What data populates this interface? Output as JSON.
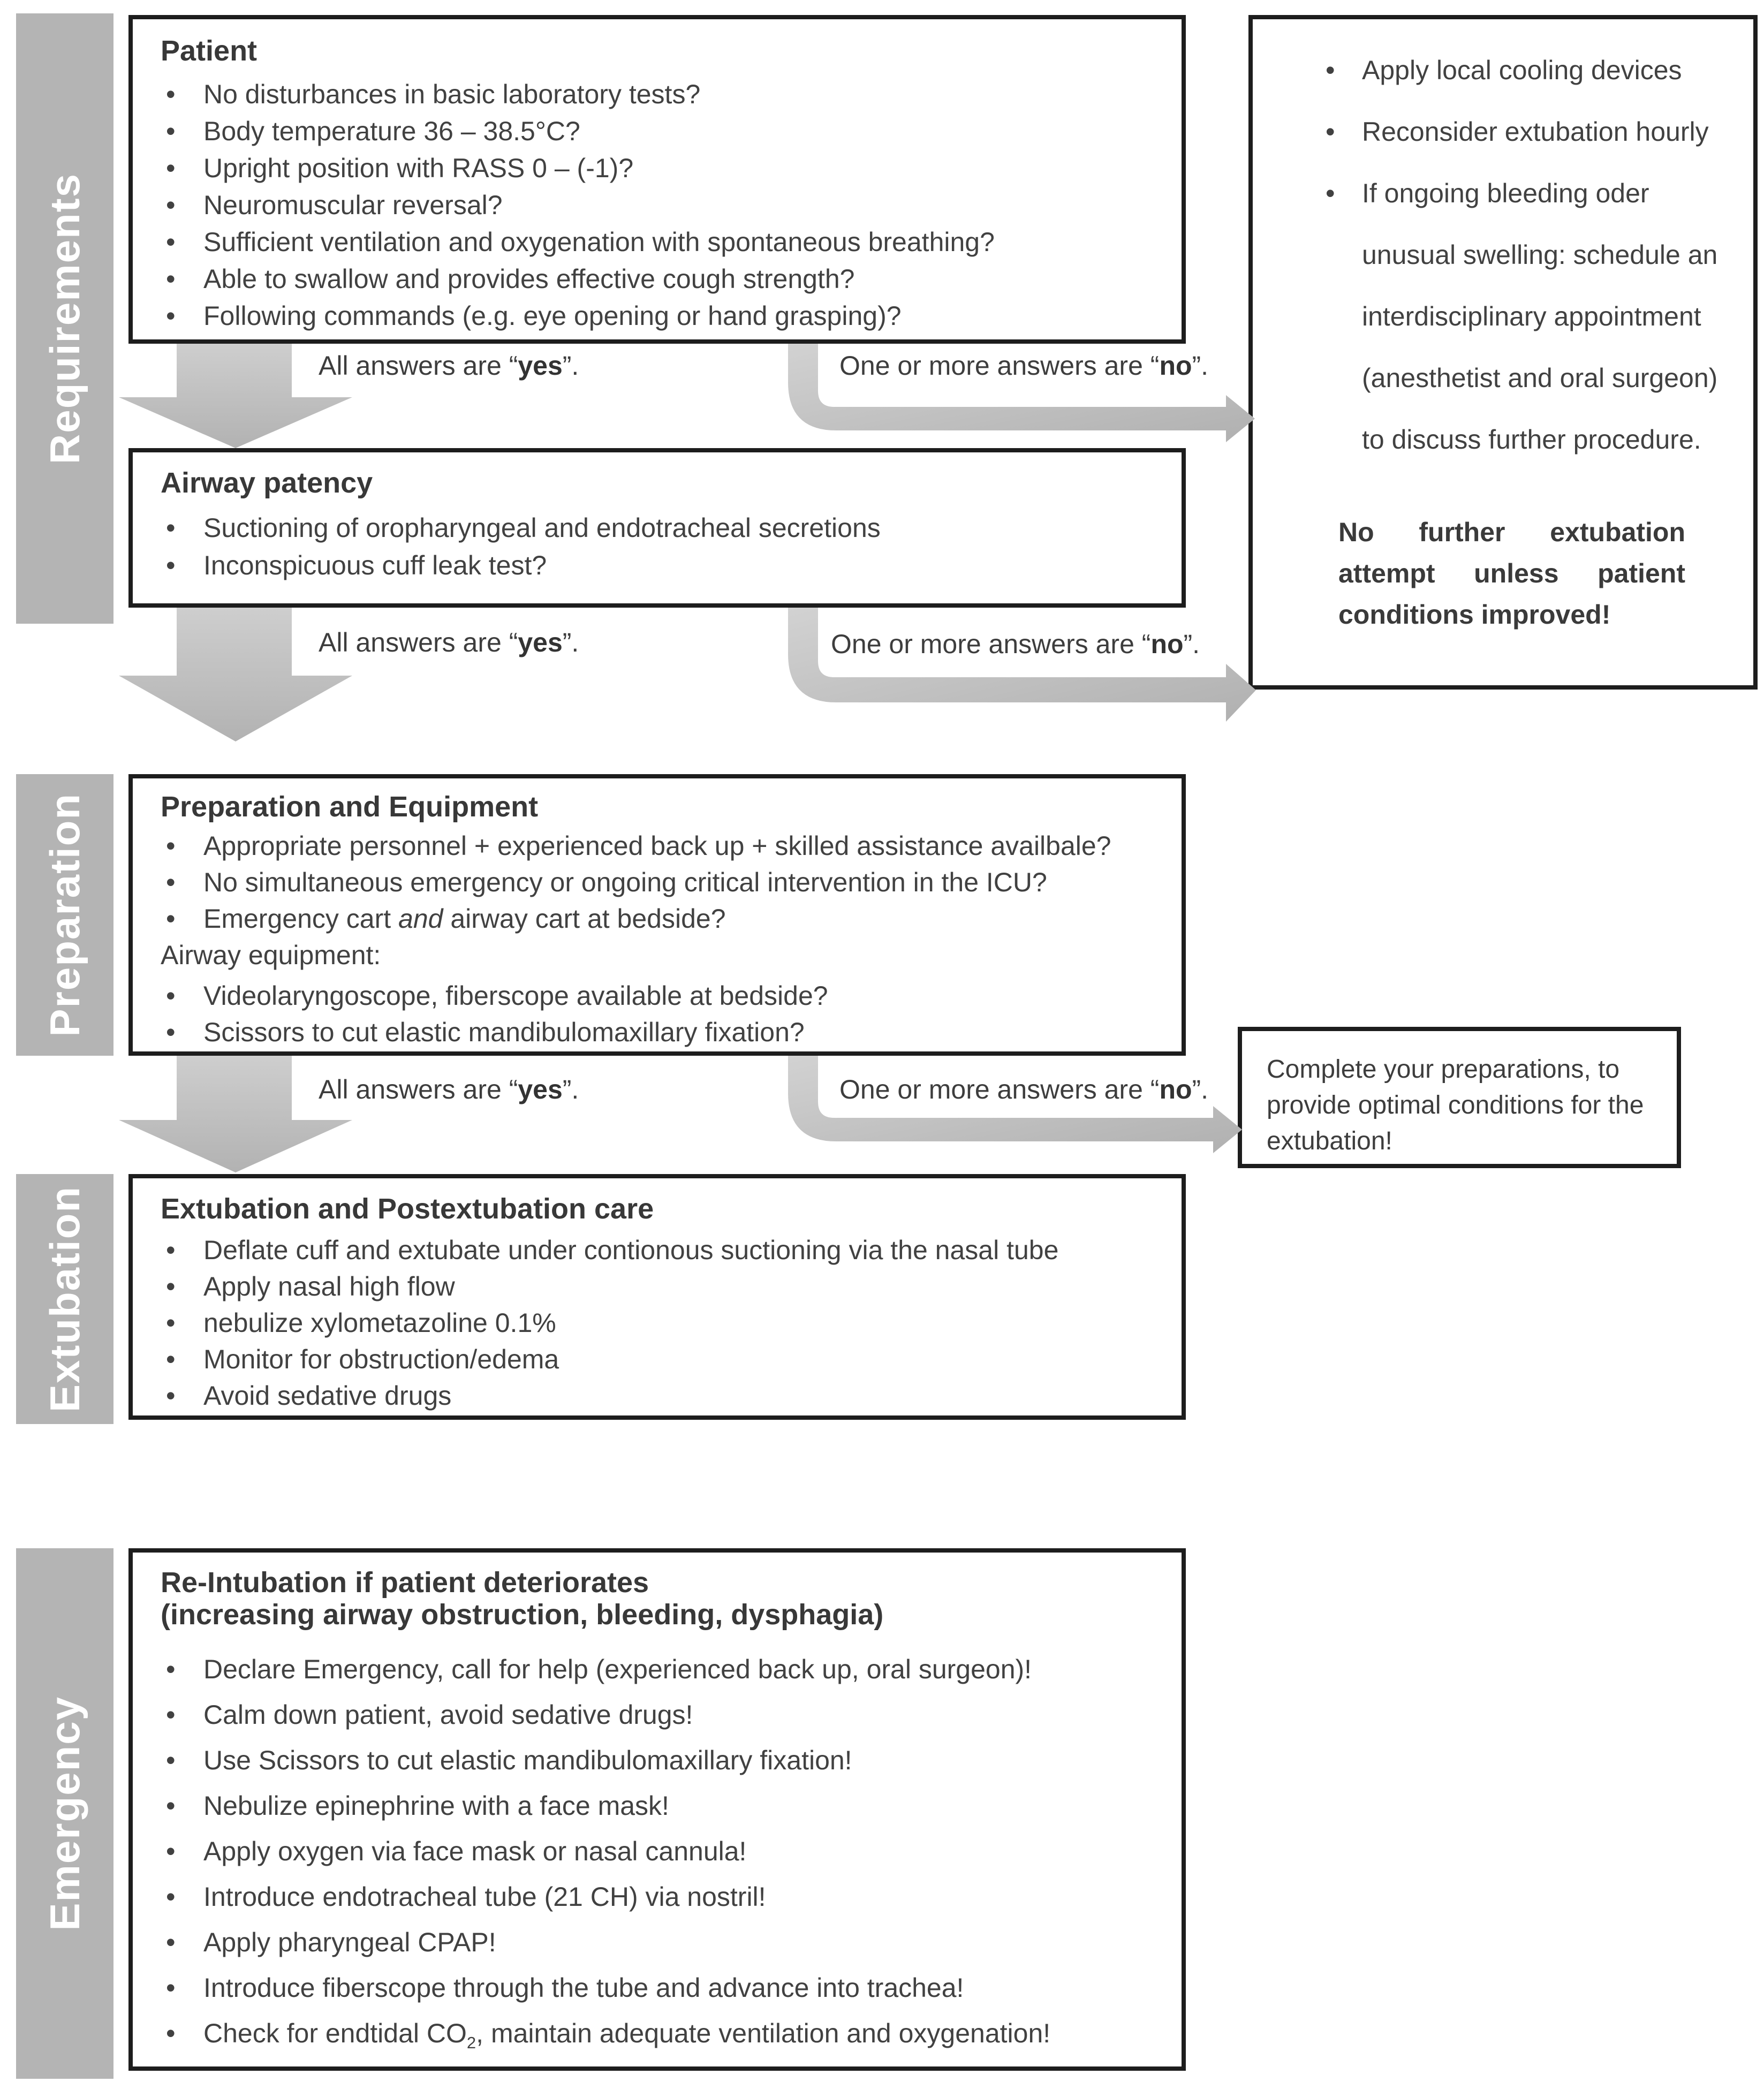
{
  "figure": {
    "type": "clinical-flowchart",
    "colors": {
      "stage_bar_gray": "#b4b4b4",
      "arrow_gray": "#bdbdbd",
      "arrow_gray_light": "#d2d2d2",
      "box_border": "#1d1d1d",
      "body_text": "#414141",
      "heading_text": "#383838",
      "stage_label_text": "#ffffff"
    },
    "stage_bars": [
      {
        "label": "Requirements"
      },
      {
        "label": "Preparation"
      },
      {
        "label": "Extubation"
      },
      {
        "label": "Emergency"
      }
    ],
    "arrow_labels": {
      "yes": [
        {
          "t": "All answers are “"
        },
        {
          "t": "yes",
          "b": true
        },
        {
          "t": "”."
        }
      ],
      "no": [
        {
          "t": "One or more answers are “"
        },
        {
          "t": "no",
          "b": true
        },
        {
          "t": "”."
        }
      ]
    },
    "boxes": {
      "patient": {
        "title": "Patient",
        "bullets": [
          "No disturbances in basic laboratory tests?",
          "Body temperature 36 – 38.5°C?",
          "Upright position with RASS 0 – (-1)?",
          "Neuromuscular reversal?",
          "Sufficient ventilation and oxygenation with spontaneous breathing?",
          "Able to swallow and provides effective cough strength?",
          "Following commands (e.g. eye opening or hand grasping)?"
        ]
      },
      "airway": {
        "title": "Airway patency",
        "bullets": [
          "Suctioning of oropharyngeal and endotracheal secretions",
          "Inconspicuous cuff leak test?"
        ]
      },
      "advice": {
        "bullets": [
          "Apply local cooling devices",
          "Reconsider extubation hourly",
          "If ongoing bleeding oder unusual swelling: schedule an interdisciplinary appointment (anesthetist and oral surgeon) to discuss further procedure."
        ],
        "warning": "No further extubation attempt unless patient conditions improved!"
      },
      "preparation": {
        "title": "Preparation and Equipment",
        "bullets_main": [
          "Appropriate personnel + experienced back up + skilled assistance availbale?",
          "No simultaneous emergency or ongoing critical intervention in the ICU?",
          [
            {
              "t": "Emergency cart "
            },
            {
              "t": "and",
              "i": true
            },
            {
              "t": " airway cart at bedside?"
            }
          ]
        ],
        "subheading": "Airway equipment:",
        "bullets_airway": [
          "Videolaryngoscope, fiberscope available at bedside?",
          "Scissors to cut elastic mandibulomaxillary fixation?"
        ]
      },
      "complete": {
        "text": "Complete your preparations, to provide optimal conditions for the extubation!"
      },
      "extubation": {
        "title": "Extubation and Postextubation care",
        "bullets": [
          "Deflate cuff and extubate under contionous suctioning via the nasal tube",
          "Apply nasal high flow",
          "nebulize xylometazoline 0.1%",
          "Monitor for obstruction/edema",
          "Avoid sedative drugs"
        ]
      },
      "emergency": {
        "title_lines": [
          "Re-Intubation if patient deteriorates",
          "(increasing airway obstruction, bleeding, dysphagia)"
        ],
        "bullets": [
          "Declare Emergency, call for help (experienced back up, oral surgeon)!",
          "Calm down patient, avoid sedative drugs!",
          "Use Scissors to cut elastic mandibulomaxillary fixation!",
          "Nebulize epinephrine with a face mask!",
          "Apply oxygen via face mask or nasal cannula!",
          "Introduce endotracheal tube (21 CH) via nostril!",
          "Apply pharyngeal CPAP!",
          "Introduce fiberscope through the tube and advance into trachea!",
          [
            {
              "t": "Check for endtidal CO"
            },
            {
              "t": "2",
              "sub": true
            },
            {
              "t": ", maintain adequate ventilation and oxygenation!"
            }
          ]
        ]
      }
    }
  }
}
